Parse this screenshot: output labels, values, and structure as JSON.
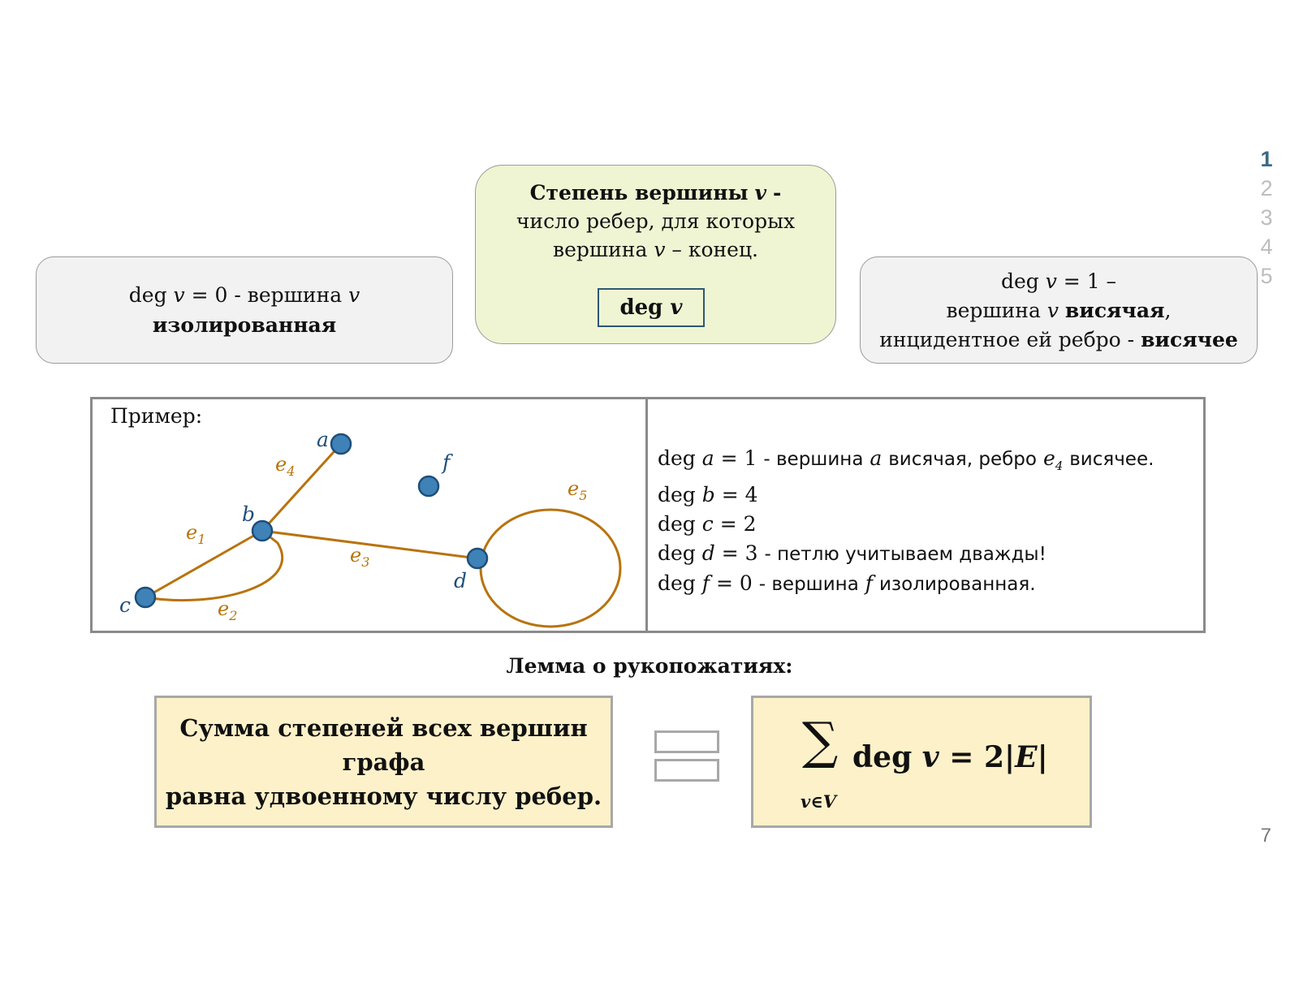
{
  "nav": {
    "pages": [
      "1",
      "2",
      "3",
      "4",
      "5"
    ],
    "active_index": 0
  },
  "definition": {
    "title": "Степень вершины",
    "title_var": "v",
    "title_dash": " -",
    "line2": "число ребер, для которых",
    "line3_prefix": "вершина",
    "line3_var": "v",
    "line3_suffix": "– конец.",
    "notation_op": "deg",
    "notation_var": "v"
  },
  "isolated": {
    "deg": "deg",
    "var": "v",
    "eq": "= 0",
    "mid": "- вершина",
    "var2": "v",
    "word": "изолированная"
  },
  "pendant": {
    "deg": "deg",
    "var": "v",
    "eq": "= 1 –",
    "prefix": "вершина",
    "var2": "v",
    "bold1": "висячая",
    "comma": ",",
    "line3_prefix": "инцидентное ей ребро -",
    "bold2": "висячее"
  },
  "example": {
    "label": "Пример:",
    "vertices": [
      {
        "name": "a"
      },
      {
        "name": "b"
      },
      {
        "name": "c"
      },
      {
        "name": "d"
      },
      {
        "name": "f"
      }
    ],
    "edges": [
      {
        "base": "e",
        "sub": "1"
      },
      {
        "base": "e",
        "sub": "2"
      },
      {
        "base": "e",
        "sub": "3"
      },
      {
        "base": "e",
        "sub": "4"
      },
      {
        "base": "e",
        "sub": "5"
      }
    ],
    "degrees": [
      {
        "deg": "deg",
        "var": "a",
        "eq": "= 1",
        "note_pre": "- вершина",
        "note_var": "a",
        "note_mid": "висячая, ребро",
        "note_edge": "e",
        "note_edge_sub": "4",
        "note_post": "висячее."
      },
      {
        "deg": "deg",
        "var": "b",
        "eq": "= 4"
      },
      {
        "deg": "deg",
        "var": "c",
        "eq": "= 2"
      },
      {
        "deg": "deg",
        "var": "d",
        "eq": "= 3",
        "note_pre": "- петлю учитываем дважды!"
      },
      {
        "deg": "deg",
        "var": "f",
        "eq": "= 0",
        "note_pre": "- вершина",
        "note_var": "f",
        "note_post": "изолированная."
      }
    ],
    "colors": {
      "edge": "#b8730c",
      "vertex_fill": "#3e82b8",
      "vertex_stroke": "#1f4e79",
      "vertex_label": "#1f4e79"
    }
  },
  "lemma": {
    "title": "Лемма о рукопожатиях:",
    "text_line1": "Сумма степеней всех вершин графа",
    "text_line2": "равна удвоенному числу ребер.",
    "sigma": "∑",
    "sigma_sub": "v∈V",
    "formula_deg": "deg",
    "formula_var": "v",
    "formula_eq": "= 2|",
    "formula_set": "E",
    "formula_close": "|"
  },
  "slide_number": "7"
}
